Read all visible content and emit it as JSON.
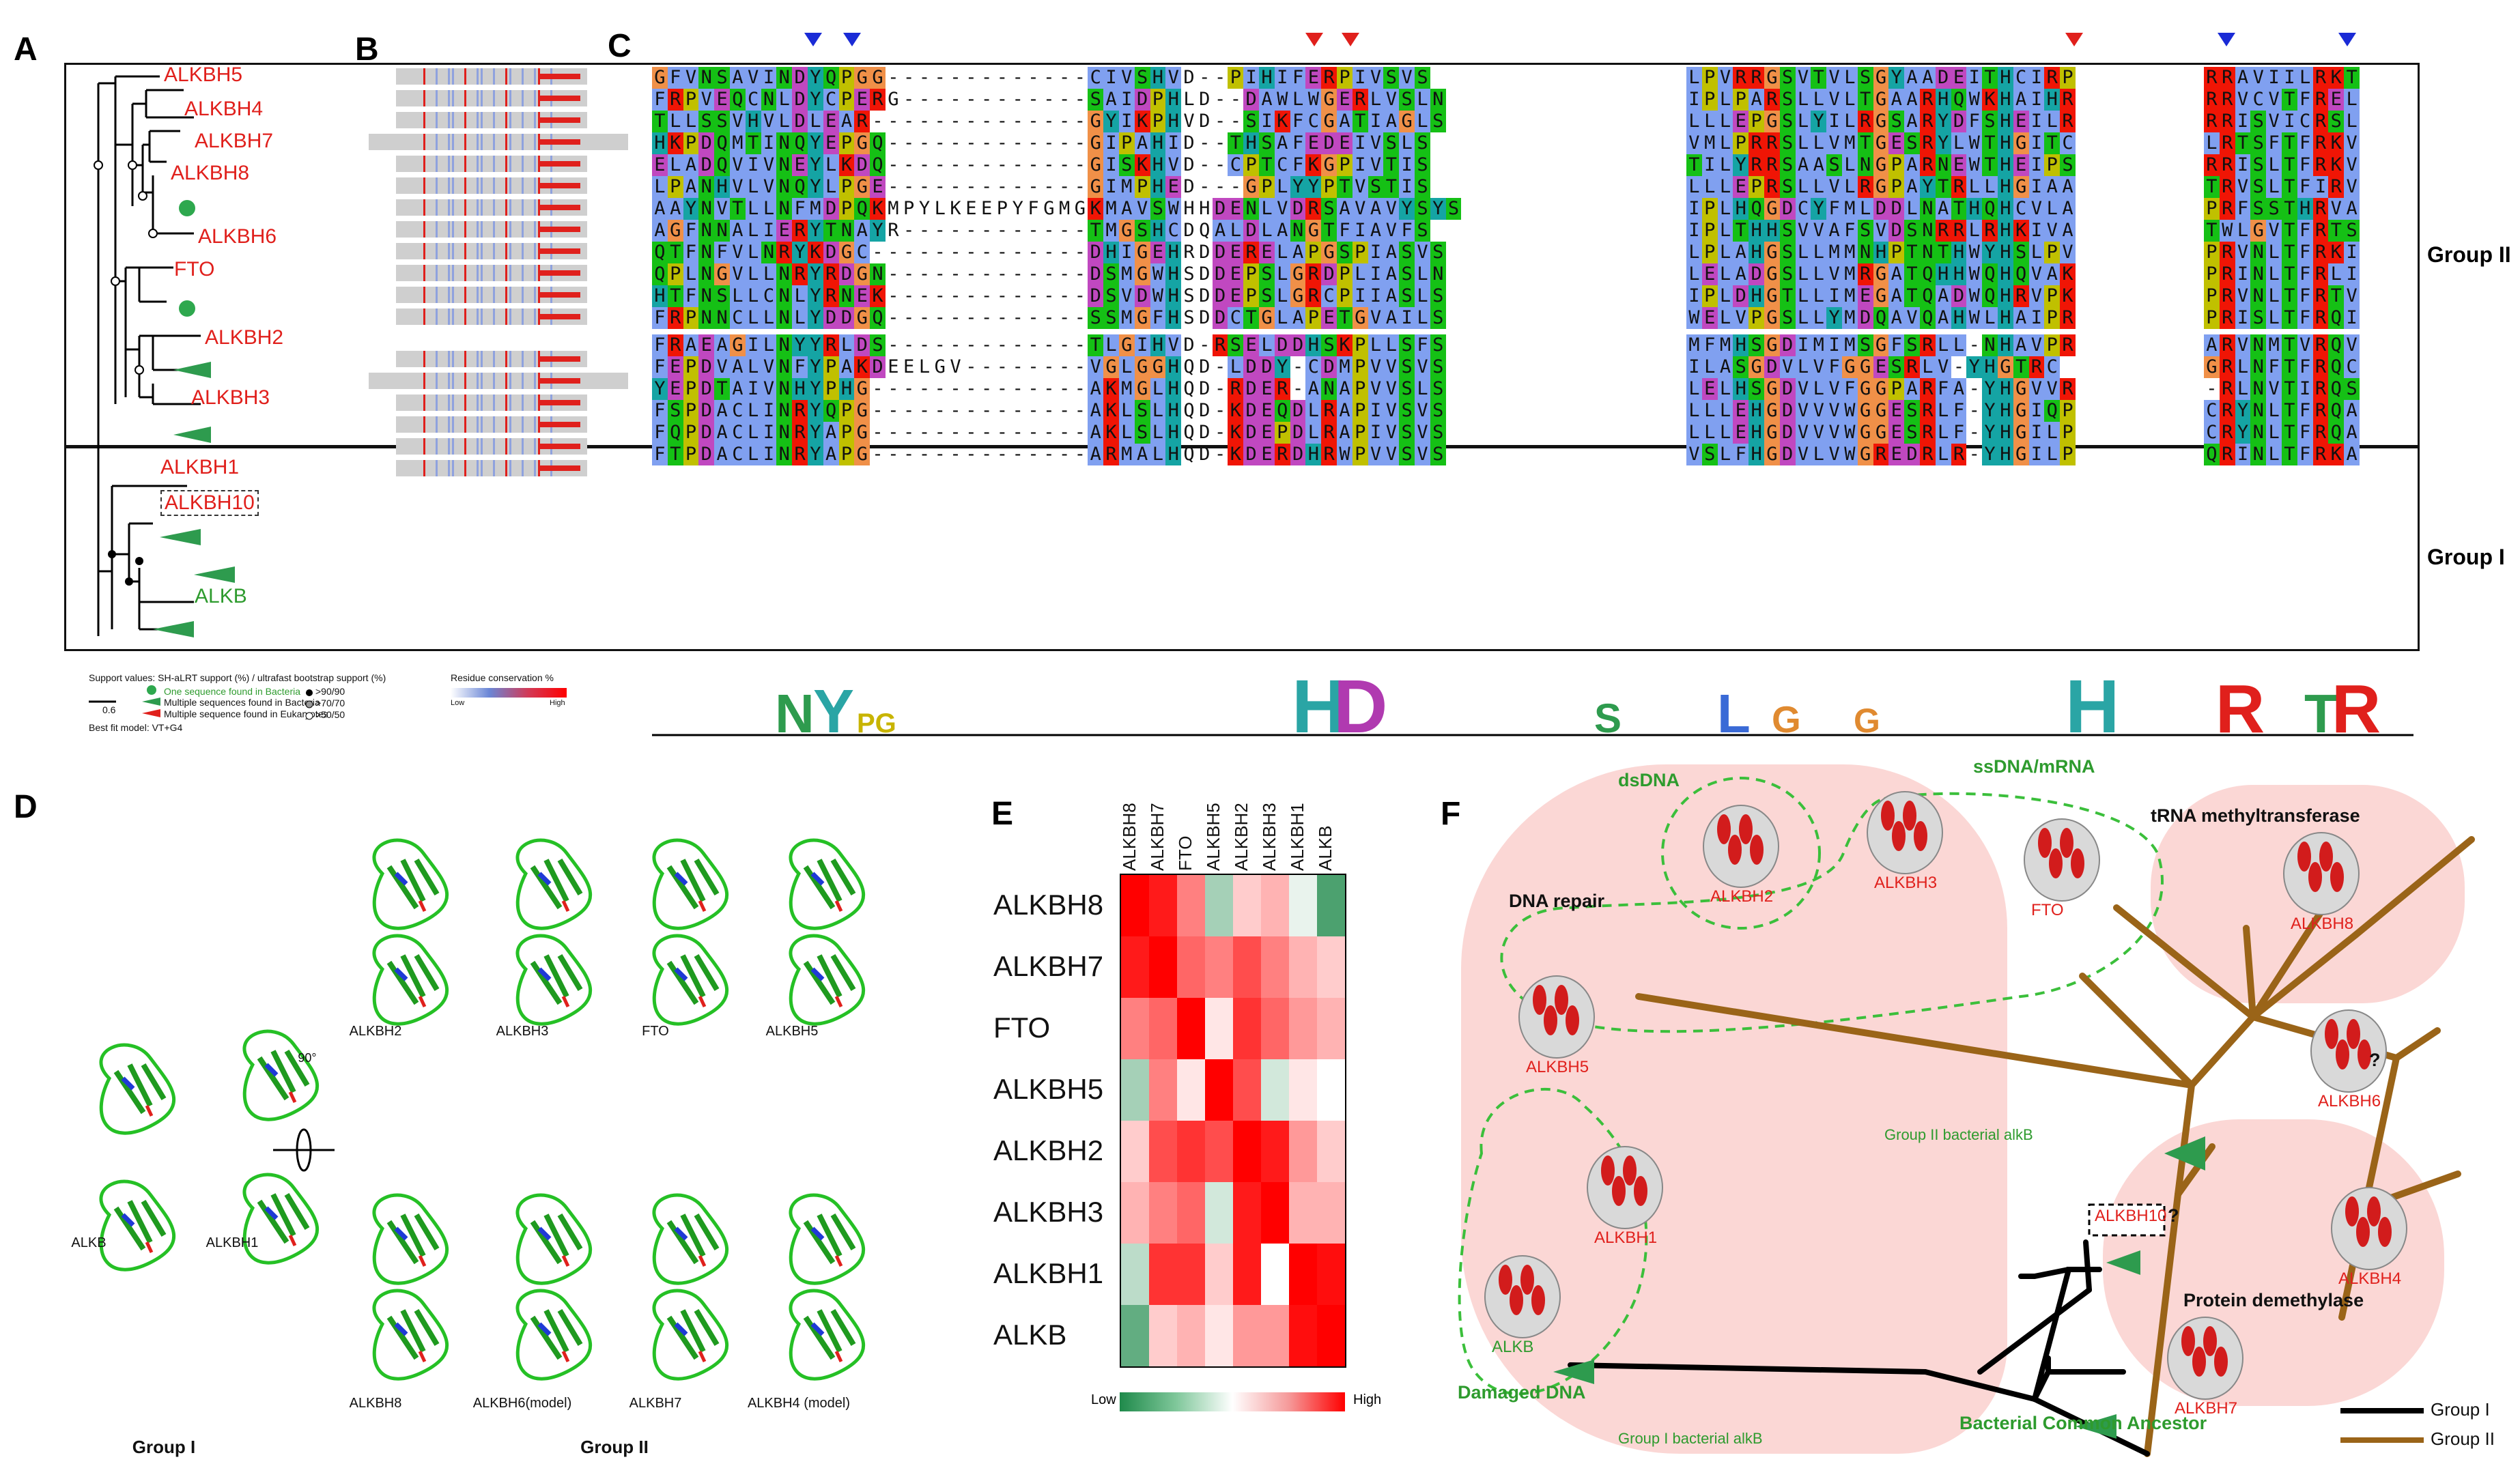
{
  "panels": {
    "A": "A",
    "B": "B",
    "C": "C",
    "D": "D",
    "E": "E",
    "F": "F"
  },
  "tree_labels": [
    {
      "name": "ALKBH5",
      "color": "red"
    },
    {
      "name": "ALKBH4",
      "color": "red"
    },
    {
      "name": "ALKBH7",
      "color": "red"
    },
    {
      "name": "ALKBH8",
      "color": "red"
    },
    {
      "name": "ALKBH6",
      "color": "red"
    },
    {
      "name": "FTO",
      "color": "red"
    },
    {
      "name": "ALKBH2",
      "color": "red"
    },
    {
      "name": "ALKBH3",
      "color": "red"
    },
    {
      "name": "ALKBH1",
      "color": "red"
    },
    {
      "name": "ALKBH10",
      "color": "red"
    },
    {
      "name": "ALKB",
      "color": "green"
    }
  ],
  "groups": {
    "group2": "Group II",
    "group1": "Group I"
  },
  "legend_A": {
    "support_title": "Support values: SH-aLRT support (%) / ultrafast bootstrap support (%)",
    "one_bacteria": "One sequence found in Bacteria",
    "multi_bacteria": "Multiple sequences found in Bacteria",
    "multi_euk": "Multiple sequence found in Eukaryotes",
    "scale": "0.6",
    "thr1": ">90/90",
    "thr2": ">70/70",
    "thr3": ">50/50",
    "model": "Best fit model: VT+G4"
  },
  "legend_B": {
    "title": "Residue conservation %",
    "low": "Low",
    "high": "High"
  },
  "alignment": {
    "blocks": [
      [
        "GFVNSAVINDYQPGG-------------CIVSHVD--PIHIFERPIVSVS",
        "LPVRRGSVTVLSGYAADEITHCIRP",
        "RRAVIILRKT"
      ],
      [
        "FRPVEQCNLDYCPERG------------SAIDPHLD--DAWLWGERLVSLN",
        "IPLPARSLLVLTGAARHQWKHAIHR",
        "RRVCVTFREL"
      ],
      [
        "TLLSSVHVLDLEAR--------------GYIKPHVD--SIKFCGATIAGLS",
        "LLLEPGSLYILRGSARYDFSHEILR",
        "RRISVICRSL"
      ],
      [
        "HKPDQMTINQYEPGQ-------------GIPAHID--THSAFEDEIVSLS",
        "VMLPRRSLLVMTGESRYLWTHGITC",
        "LRTSFTFRKV"
      ],
      [
        "ELADQVIVNEYLKDQ-------------GISKHVD--CPTCFKGPIVTIS",
        "TILYRRSAASLNGPARNEWTHEIPS",
        "RRISLTFRKV"
      ],
      [
        "LPANHVLVNQYLPGE-------------GIMPHED---GPLYYPTVSTIS",
        "LLLEPRSLLVLRGPAYTRLLHGIAA",
        "TRVSLTFIRV"
      ],
      [
        "AAYNVTLLNFMDPQKMPYLKEEPYFGMGKMAVSWHHDENLVDRSAVAVYSYS",
        "IPLHQGDCYFMLDDLNATHQHCVLA",
        "PRFSSTHRVA"
      ],
      [
        "AGFNNALIERYTNAYR------------TMGSHCDQALDLANGTFIAVFS",
        "IPLTHHSVVAFSVDSNRRLRHKIVA",
        "TWLGVTFRTS"
      ],
      [
        "QTFNFVLNRYKDGC--------------DHIGEHRDDERELAPGSPIASVS",
        "LPLAHGSLLMMNHPTNTHWYHSLPV",
        "PRVNLTFRKI"
      ],
      [
        "QPLNGVLLNRYRDGN-------------DSMGWHSDDEPSLGRDPLIASLN",
        "LELADGSLLVMRGATQHHWQHQVAK",
        "PRINLTFRLI"
      ],
      [
        "HTFNSLLCNLYRNEK-------------DSVDWHSDDEPSLGRCPIIASLS",
        "IPLDHGTLLIMEGATQADWQHRVPK",
        "PRVNLTFRTV"
      ],
      [
        "FRPNNCLLNLYDDGQ-------------SSMGFHSDDCTGLAPETGVAILS",
        "WELVPGSLLYMDQAVQAHWLHAIPR",
        "PRISLTFRQI"
      ],
      [
        "FRAEAGILNYYRLDS-------------TLGIHVD-RSELDDHSKPLLSFS",
        "MFMHSGDIMIMSGFSRLL-NHAVPR",
        "ARVNMTVRQV"
      ],
      [
        "FEPDVALVNFYPAKDEELGV--------VGLGGHQD-LDDY-CDMPVVSVS",
        "ILASGDVLVFGGESRLV-YHGTRC",
        "GRLNFTFRQC"
      ],
      [
        "YEPDTAIVNHYPHG--------------AKMGLHQD-RDER-ANAPVVSLS",
        "LELHSGDVLVFGGPARFA-YHGVVR",
        "-RLNVTIRQS"
      ],
      [
        "FSPDACLINRYQPG--------------AKLSLHQD-KDEQDLRAPIVSVS",
        "LLLEHGDVVVWGGESRLF-YHGIQP",
        "CRYNLTFRQA"
      ],
      [
        "FQPDACLINRYAPG--------------AKLSLHQD-KDEPDLRAPIVSVS",
        "LLLEHGDVVVWGGESRLF-YHGILP",
        "CRYNLTFRQA"
      ],
      [
        "FTPDACLINRYAPG--------------ARMALHQD-KDERDHRWPVVSVS",
        "VSLFHGDVLVWGREDRLR-YHGILP",
        "QRINLTFRKA"
      ]
    ]
  },
  "structures": {
    "group1": [
      "ALKB",
      "ALKBH1"
    ],
    "group2_top": [
      "ALKBH2",
      "ALKBH3",
      "FTO",
      "ALKBH5"
    ],
    "group2_bottom": [
      "ALKBH8",
      "ALKBH6(model)",
      "ALKBH7",
      "ALKBH4 (model)"
    ],
    "rotation": "90°",
    "group1_label": "Group I",
    "group2_label": "Group II"
  },
  "heatmap": {
    "labels": [
      "ALKBH8",
      "ALKBH7",
      "FTO",
      "ALKBH5",
      "ALKBH2",
      "ALKBH3",
      "ALKBH1",
      "ALKB"
    ],
    "values": [
      [
        1.0,
        0.9,
        0.5,
        -0.4,
        0.2,
        0.3,
        -0.1,
        -0.8
      ],
      [
        0.9,
        1.0,
        0.6,
        0.5,
        0.7,
        0.5,
        0.3,
        0.2
      ],
      [
        0.5,
        0.6,
        1.0,
        0.1,
        0.8,
        0.6,
        0.4,
        0.3
      ],
      [
        -0.4,
        0.5,
        0.1,
        1.0,
        0.7,
        -0.2,
        0.1,
        0.0
      ],
      [
        0.2,
        0.7,
        0.8,
        0.7,
        1.0,
        0.9,
        0.4,
        0.2
      ],
      [
        0.3,
        0.5,
        0.6,
        -0.2,
        0.9,
        1.0,
        0.3,
        0.3
      ],
      [
        -0.3,
        0.8,
        0.8,
        0.2,
        0.9,
        0.0,
        1.0,
        0.95
      ],
      [
        -0.7,
        0.2,
        0.3,
        0.1,
        0.4,
        0.4,
        0.95,
        1.0
      ]
    ],
    "low": "Low",
    "high": "High"
  },
  "panelF": {
    "dsDNA": "dsDNA",
    "ssDNA": "ssDNA/mRNA",
    "tRNA": "tRNA methyltransferase",
    "dna_repair": "DNA repair",
    "protein_demethylase": "Protein demethylase",
    "damaged_dna": "Damaged DNA",
    "bacterial_ancestor": "Bacterial Common Ancestor",
    "group2_bact": "Group II bacterial alkB",
    "group1_bact": "Group I bacterial alkB",
    "alkbh10": "ALKBH10",
    "q": "?",
    "q2": "?",
    "legend_g1": "Group I",
    "legend_g2": "Group II",
    "proteins": [
      "ALKBH2",
      "ALKBH3",
      "FTO",
      "ALKBH8",
      "ALKBH6",
      "ALKBH5",
      "ALKBH1",
      "ALKB",
      "ALKBH4",
      "ALKBH7"
    ]
  }
}
